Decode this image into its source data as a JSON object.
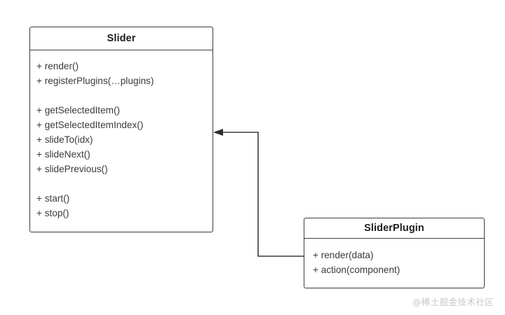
{
  "diagram": {
    "type": "uml-class-diagram",
    "background_color": "#ffffff",
    "border_color": "#3c3c3c",
    "text_color": "#3a3a3a",
    "classes": [
      {
        "id": "slider",
        "name": "Slider",
        "members": [
          "+ render()",
          "+ registerPlugins(…plugins)",
          "",
          "+ getSelectedItem()",
          "+ getSelectedItemIndex()",
          "+ slideTo(idx)",
          "+ slideNext()",
          "+ slidePrevious()",
          "",
          "+ start()",
          "+ stop()"
        ]
      },
      {
        "id": "sliderplugin",
        "name": "SliderPlugin",
        "members": [
          "+ render(data)",
          "+ action(component)"
        ]
      }
    ],
    "connector": {
      "name": "association-arrow",
      "from": "sliderplugin",
      "to": "slider",
      "arrow_direction": "left",
      "style": "orthogonal-solid",
      "color": "#3c3c3c"
    }
  },
  "watermark": {
    "text": "@稀土掘金技术社区",
    "color": "#c8c8c8"
  }
}
